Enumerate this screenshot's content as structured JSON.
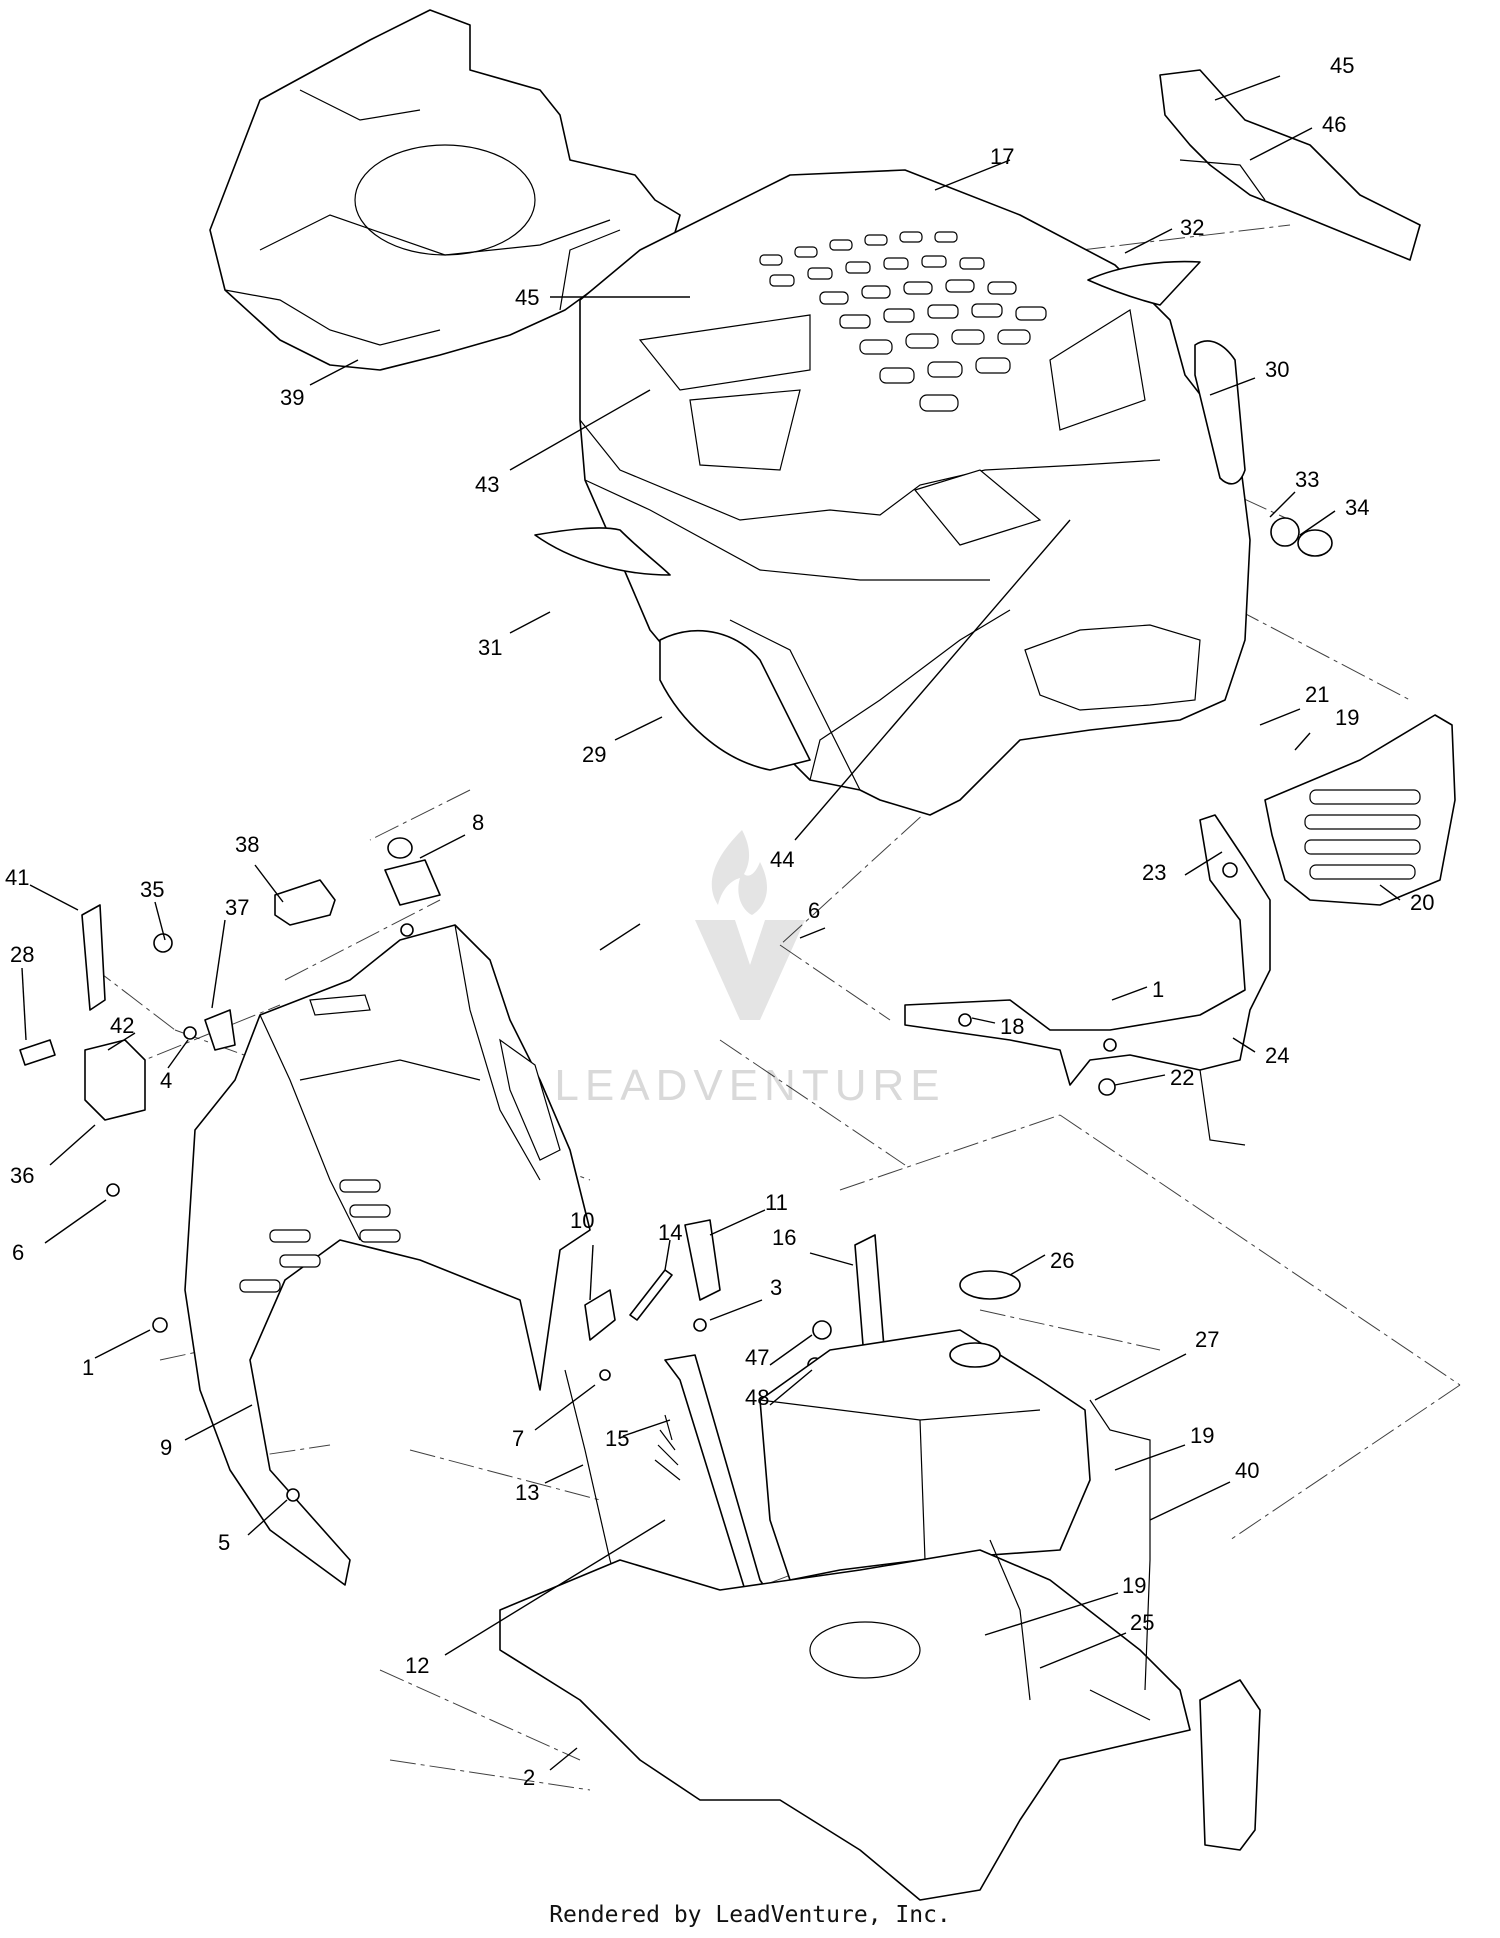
{
  "watermark": {
    "text": "LEADVENTURE"
  },
  "footer": {
    "text": "Rendered by LeadVenture, Inc."
  },
  "callouts": [
    "45",
    "46",
    "17",
    "32",
    "30",
    "33",
    "34",
    "39",
    "45",
    "43",
    "31",
    "29",
    "44",
    "21",
    "19",
    "20",
    "23",
    "24",
    "22",
    "18",
    "1",
    "38",
    "8",
    "41",
    "35",
    "37",
    "28",
    "42",
    "4",
    "36",
    "6",
    "6",
    "10",
    "11",
    "14",
    "3",
    "16",
    "26",
    "27",
    "47",
    "48",
    "1",
    "7",
    "15",
    "9",
    "13",
    "5",
    "19",
    "40",
    "19",
    "25",
    "12",
    "2"
  ]
}
